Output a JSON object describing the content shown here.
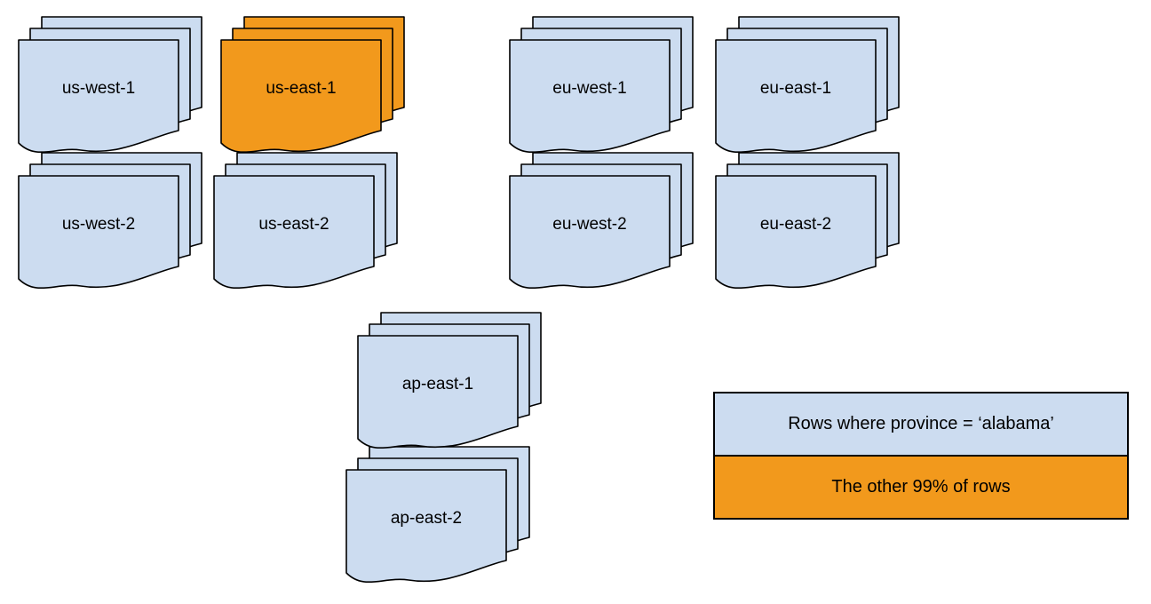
{
  "colors": {
    "document_fill": "#CCDCF0",
    "highlight_fill": "#F2991C",
    "stroke": "#000000",
    "text": "#000000",
    "background": "#FFFFFF"
  },
  "regions": [
    {
      "label": "us-west-1",
      "highlighted": false
    },
    {
      "label": "us-east-1",
      "highlighted": true
    },
    {
      "label": "eu-west-1",
      "highlighted": false
    },
    {
      "label": "eu-east-1",
      "highlighted": false
    },
    {
      "label": "us-west-2",
      "highlighted": false
    },
    {
      "label": "us-east-2",
      "highlighted": false
    },
    {
      "label": "eu-west-2",
      "highlighted": false
    },
    {
      "label": "eu-east-2",
      "highlighted": false
    },
    {
      "label": "ap-east-1",
      "highlighted": false
    },
    {
      "label": "ap-east-2",
      "highlighted": false
    }
  ],
  "legend": {
    "rows": [
      {
        "label": "Rows where province = ‘alabama’",
        "fill": "document_fill"
      },
      {
        "label": "The other 99% of rows",
        "fill": "highlight_fill"
      }
    ]
  }
}
